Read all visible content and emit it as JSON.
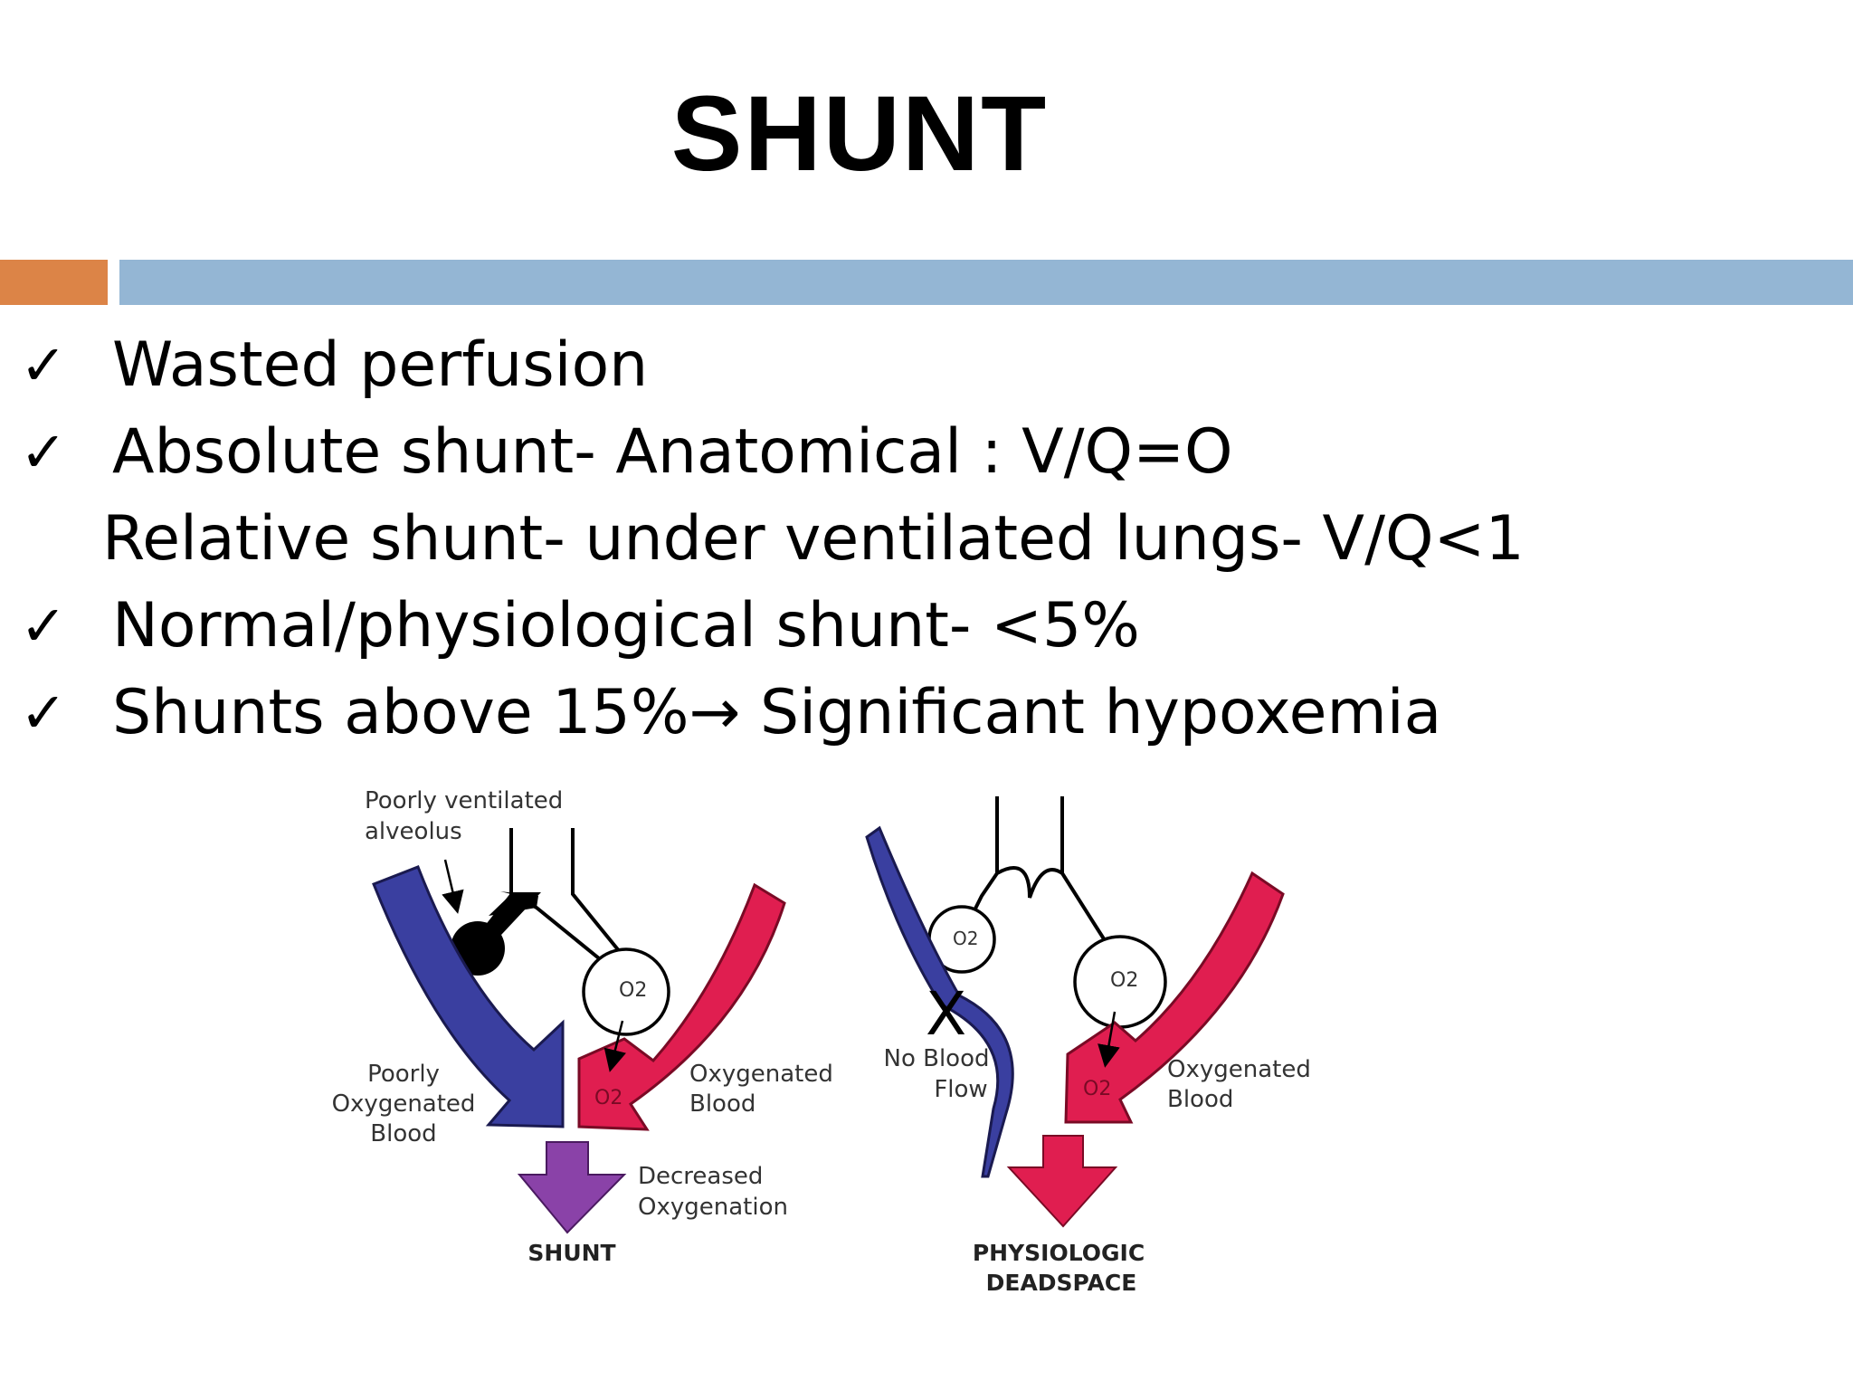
{
  "slide": {
    "title": "SHUNT",
    "colors": {
      "accent_orange": "#dc8447",
      "accent_blue": "#94b6d4"
    }
  },
  "bullets": [
    {
      "check": "✓",
      "text": "Wasted perfusion"
    },
    {
      "check": "✓",
      "text": "Absolute shunt- Anatomical : V/Q=O"
    },
    {
      "check": "",
      "text": "Relative shunt- under ventilated lungs- V/Q<1"
    },
    {
      "check": "✓",
      "text": "Normal/physiological shunt- <5%"
    },
    {
      "check": "✓",
      "text": "Shunts above 15%→ Significant hypoxemia"
    }
  ],
  "diagram": {
    "colors": {
      "deoxygenated": "#3a3fa0",
      "oxygenated": "#e01e50",
      "mixed": "#8a42a8"
    },
    "shunt": {
      "poorly_ventilated_line1": "Poorly ventilated",
      "poorly_ventilated_line2": "alveolus",
      "o2": "O2",
      "poorly_oxygenated_line1": "Poorly",
      "poorly_oxygenated_line2": "Oxygenated",
      "poorly_oxygenated_line3": "Blood",
      "oxygenated_line1": "Oxygenated",
      "oxygenated_line2": "Blood",
      "decreased_line1": "Decreased",
      "decreased_line2": "Oxygenation",
      "caption": "SHUNT"
    },
    "deadspace": {
      "o2": "O2",
      "x_mark": "X",
      "no_blood_line1": "No Blood",
      "no_blood_line2": "Flow",
      "oxygenated_line1": "Oxygenated",
      "oxygenated_line2": "Blood",
      "caption_line1": "PHYSIOLOGIC",
      "caption_line2": "DEADSPACE"
    }
  }
}
